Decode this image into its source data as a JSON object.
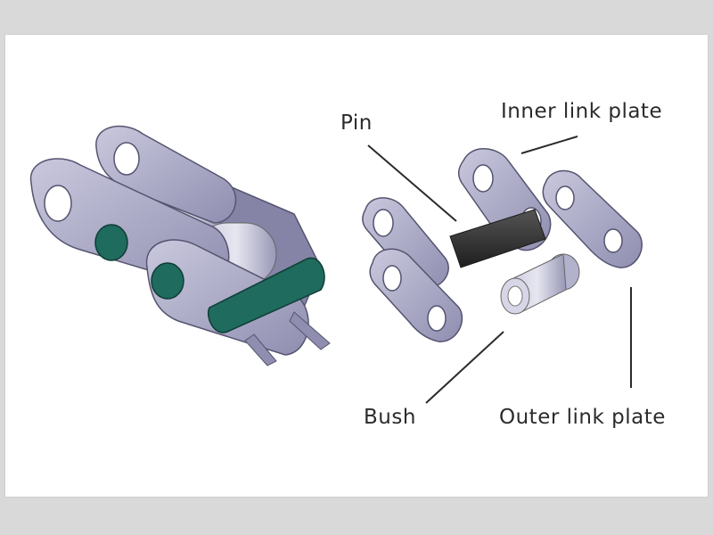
{
  "labels": {
    "pin": "Pin",
    "inner_link_plate": "Inner link plate",
    "bush": "Bush",
    "outer_link_plate": "Outer link plate"
  },
  "colors": {
    "plate": "#a7a6c4",
    "plate_dark": "#6f6e8e",
    "plate_light": "#c8c7dc",
    "pin_dark": "#2e2e2e",
    "accent": "#1f6b5e",
    "background": "#d9d9d9",
    "panel": "#ffffff"
  }
}
